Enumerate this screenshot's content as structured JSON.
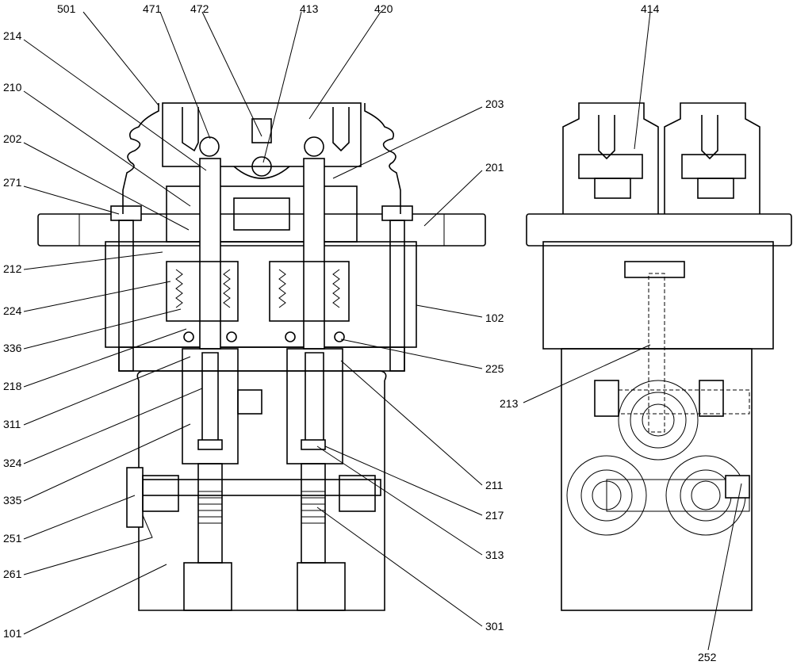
{
  "labels": {
    "l101": "101",
    "l102": "102",
    "l201": "201",
    "l202": "202",
    "l203": "203",
    "l210": "210",
    "l211": "211",
    "l212": "212",
    "l213": "213",
    "l214": "214",
    "l217": "217",
    "l218": "218",
    "l224": "224",
    "l225": "225",
    "l251": "251",
    "l252": "252",
    "l261": "261",
    "l271": "271",
    "l301": "301",
    "l311": "311",
    "l313": "313",
    "l324": "324",
    "l335": "335",
    "l336": "336",
    "l413": "413",
    "l414": "414",
    "l420": "420",
    "l471": "471",
    "l472": "472",
    "l501": "501"
  }
}
